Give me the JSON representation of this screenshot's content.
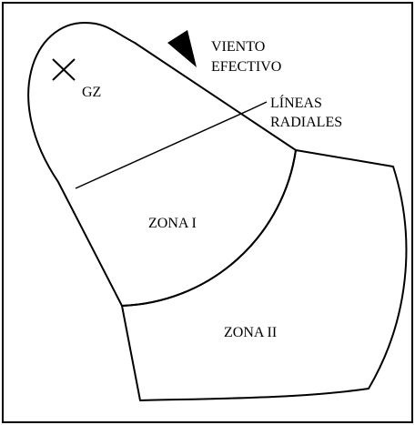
{
  "wind_label": {
    "line1": "VIENTO",
    "line2": "EFECTIVO"
  },
  "gz_label": "GZ",
  "radial_label": {
    "line1": "LÍNEAS",
    "line2": "RADIALES"
  },
  "zone_1_label": "ZONA I",
  "zone_2_label": "ZONA II",
  "colors": {
    "ink": "#000000",
    "background": "#ffffff"
  },
  "icons": {
    "ground_zero": "x-mark-icon",
    "wind": "wind-arrow-icon"
  }
}
